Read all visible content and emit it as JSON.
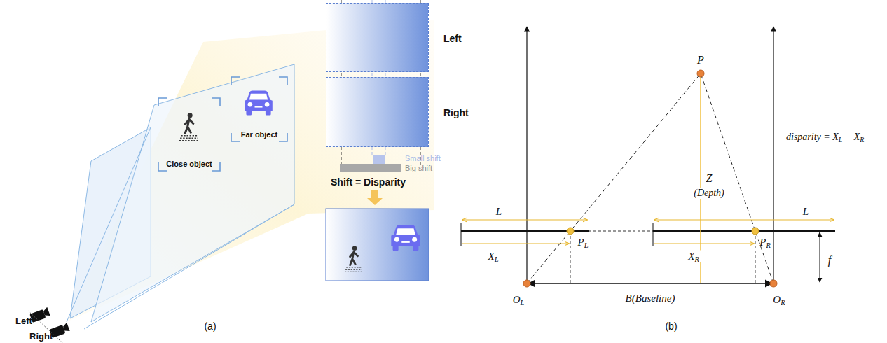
{
  "diagram": {
    "nodes": [
      {
        "text": [
          "Close object"
        ]
      },
      {
        "text": [
          "Far object"
        ]
      },
      {
        "text": [
          "Left"
        ]
      },
      {
        "text": [
          "Right"
        ]
      }
    ],
    "labels": [
      "Left",
      "Right",
      "Small shift",
      "Big shift",
      "Shift = Disparity",
      "(a)",
      "P",
      "Z",
      "(Depth)",
      "disparity = XL − XR",
      "L",
      "XL",
      "PL",
      "L",
      "XR",
      "PR",
      "f",
      "OL",
      "B(Baseline)",
      "OR",
      "(b)"
    ]
  }
}
